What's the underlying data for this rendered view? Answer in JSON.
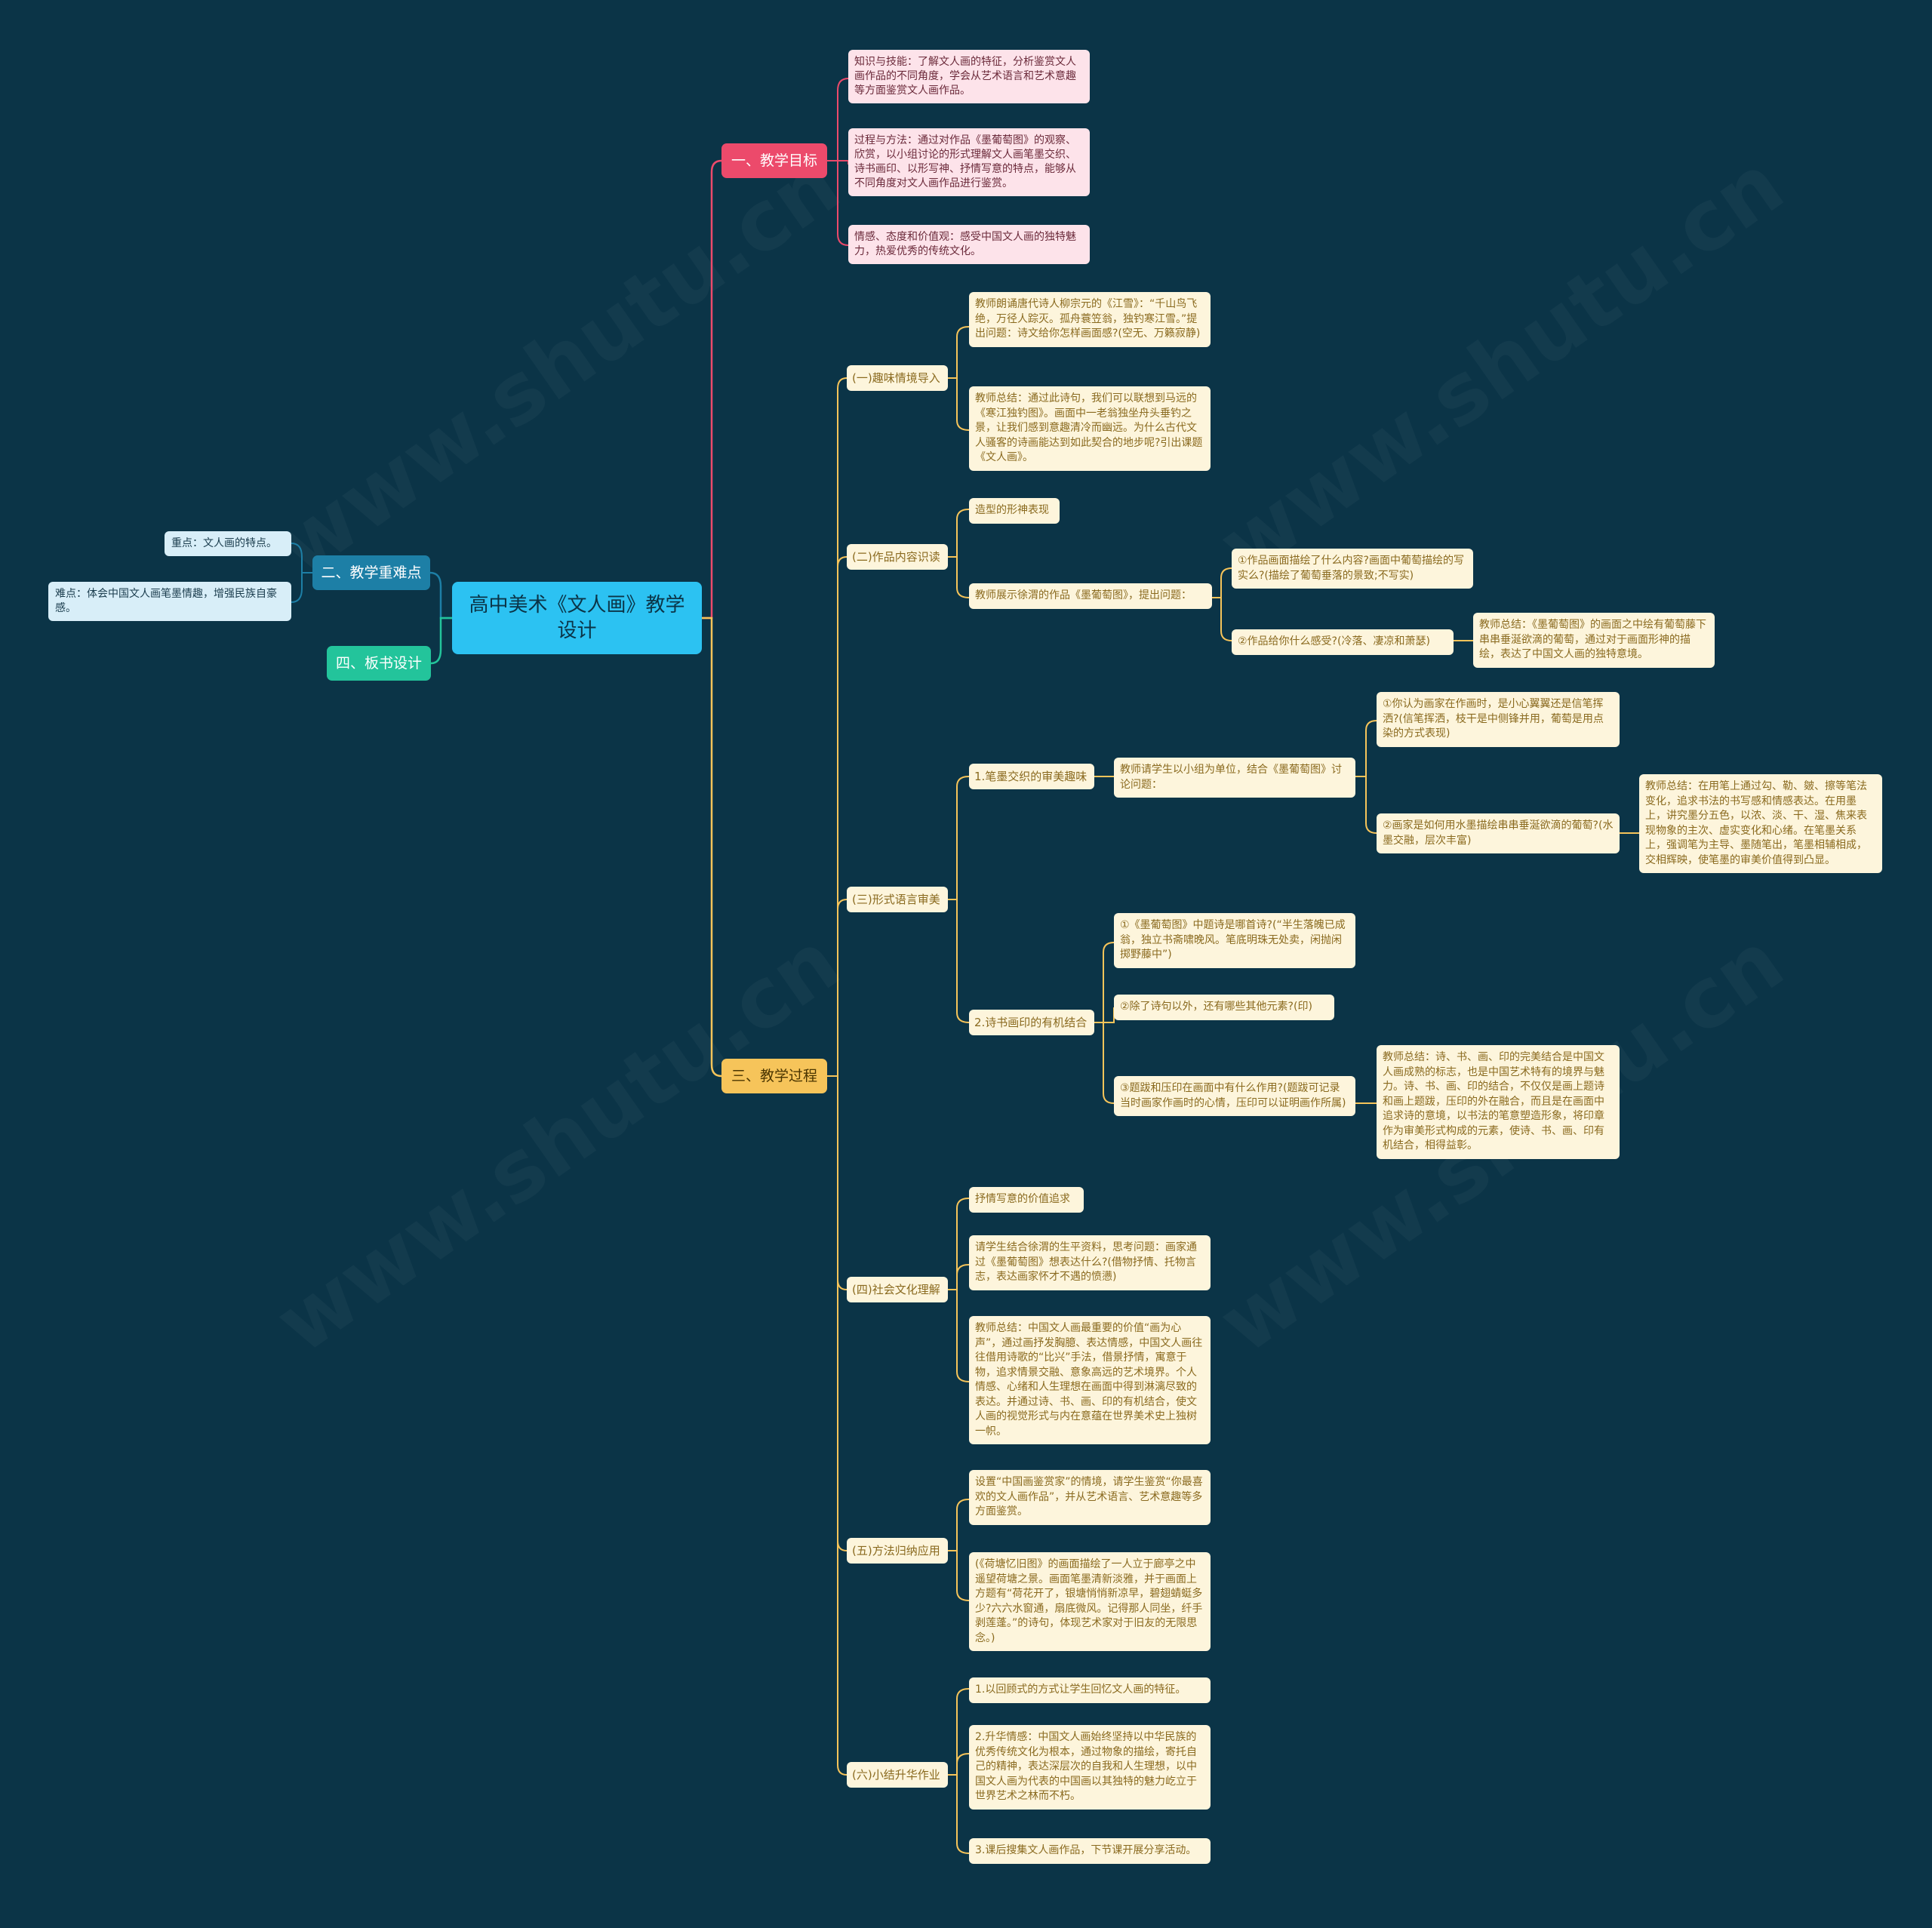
{
  "root": {
    "title": "高中美术《文人画》教学设计"
  },
  "branches": {
    "goal": "一、教学目标",
    "difficulty": "二、教学重难点",
    "process": "三、教学过程",
    "board": "四、板书设计"
  },
  "goal_items": [
    "知识与技能：了解文人画的特征，分析鉴赏文人画作品的不同角度，学会从艺术语言和艺术意趣等方面鉴赏文人画作品。",
    "过程与方法：通过对作品《墨葡萄图》的观察、欣赏，以小组讨论的形式理解文人画笔墨交织、诗书画印、以形写神、抒情写意的特点，能够从不同角度对文人画作品进行鉴赏。",
    "情感、态度和价值观：感受中国文人画的独特魅力，热爱优秀的传统文化。"
  ],
  "difficulty_items": [
    "重点：文人画的特点。",
    "难点：体会中国文人画笔墨情趣，增强民族自豪感。"
  ],
  "process": {
    "s1": {
      "label": "(一)趣味情境导入",
      "items": [
        "教师朗诵唐代诗人柳宗元的《江雪》：“千山鸟飞绝，万径人踪灭。孤舟蓑笠翁，独钓寒江雪。”提出问题：诗文给你怎样画面感?(空无、万籁寂静)",
        "教师总结：通过此诗句，我们可以联想到马远的《寒江独钓图》。画面中一老翁独坐舟头垂钓之景，让我们感到意趣清冷而幽远。为什么古代文人骚客的诗画能达到如此契合的地步呢?引出课题《文人画》。"
      ]
    },
    "s2": {
      "label": "(二)作品内容识读",
      "items": [
        "造型的形神表现",
        "教师展示徐渭的作品《墨葡萄图》，提出问题："
      ],
      "questions": [
        "①作品画面描绘了什么内容?画面中葡萄描绘的写实么?(描绘了葡萄垂落的景致;不写实)",
        "②作品给你什么感受?(冷落、凄凉和萧瑟)"
      ],
      "summary": "教师总结：《墨葡萄图》的画面之中绘有葡萄藤下串串垂涎欲滴的葡萄，通过对于画面形神的描绘，表达了中国文人画的独特意境。"
    },
    "s3": {
      "label": "(三)形式语言审美",
      "p1": {
        "label": "1.笔墨交织的审美趣味",
        "task": "教师请学生以小组为单位，结合《墨葡萄图》讨论问题：",
        "questions": [
          "①你认为画家在作画时，是小心翼翼还是信笔挥洒?(信笔挥洒，枝干是中侧锋并用，葡萄是用点染的方式表现)",
          "②画家是如何用水墨描绘串串垂涎欲滴的葡萄?(水墨交融，层次丰富)"
        ],
        "summary": "教师总结：在用笔上通过勾、勒、皴、擦等笔法变化，追求书法的书写感和情感表达。在用墨上，讲究墨分五色，以浓、淡、干、湿、焦来表现物象的主次、虚实变化和心绪。在笔墨关系上，强调笔为主导、墨随笔出，笔墨相辅相成，交相辉映，使笔墨的审美价值得到凸显。"
      },
      "p2": {
        "label": "2.诗书画印的有机结合",
        "questions": [
          "①《墨葡萄图》中题诗是哪首诗?(“半生落魄已成翁，独立书斋啸晚风。笔底明珠无处卖，闲抛闲掷野藤中”)",
          "②除了诗句以外，还有哪些其他元素?(印)",
          "③题跋和压印在画面中有什么作用?(题跋可记录当时画家作画时的心情，压印可以证明画作所属)"
        ],
        "summary": "教师总结：诗、书、画、印的完美结合是中国文人画成熟的标志，也是中国艺术特有的境界与魅力。诗、书、画、印的结合，不仅仅是画上题诗和画上题跋，压印的外在融合，而且是在画面中追求诗的意境，以书法的笔意塑造形象，将印章作为审美形式构成的元素，使诗、书、画、印有机结合，相得益彰。"
      }
    },
    "s4": {
      "label": "(四)社会文化理解",
      "items": [
        "抒情写意的价值追求",
        "请学生结合徐渭的生平资料，思考问题：画家通过《墨葡萄图》想表达什么?(借物抒情、托物言志，表达画家怀才不遇的愤懑)",
        "教师总结：中国文人画最重要的价值“画为心声”，通过画抒发胸臆、表达情感，中国文人画往往借用诗歌的“比兴”手法，借景抒情，寓意于物，追求情景交融、意象高远的艺术境界。个人情感、心绪和人生理想在画面中得到淋漓尽致的表达。并通过诗、书、画、印的有机结合，使文人画的视觉形式与内在意蕴在世界美术史上独树一帜。"
      ]
    },
    "s5": {
      "label": "(五)方法归纳应用",
      "items": [
        "设置“中国画鉴赏家”的情境，请学生鉴赏“你最喜欢的文人画作品”，并从艺术语言、艺术意趣等多方面鉴赏。",
        "(《荷塘忆旧图》的画面描绘了一人立于廊亭之中遥望荷塘之景。画面笔墨清新淡雅，并于画面上方题有“荷花开了，银塘悄悄新凉早，碧翅蜻蜓多少?六六水窗通，扇底微风。记得那人同坐，纤手剥莲蓬。”的诗句，体现艺术家对于旧友的无限思念。)"
      ]
    },
    "s6": {
      "label": "(六)小结升华作业",
      "items": [
        "1.以回顾式的方式让学生回忆文人画的特征。",
        "2.升华情感：中国文人画始终坚持以中华民族的优秀传统文化为根本，通过物象的描绘，寄托自己的精神，表达深层次的自我和人生理想，以中国文人画为代表的中国画以其独特的魅力屹立于世界艺术之林而不朽。",
        "3.课后搜集文人画作品，下节课开展分享活动。"
      ]
    }
  },
  "colors": {
    "background": "#0b3447",
    "root": "#2cc2f2",
    "goal": "#ec4a6b",
    "difficulty": "#1d7fa6",
    "process": "#f6c45a",
    "board": "#23c49b"
  }
}
